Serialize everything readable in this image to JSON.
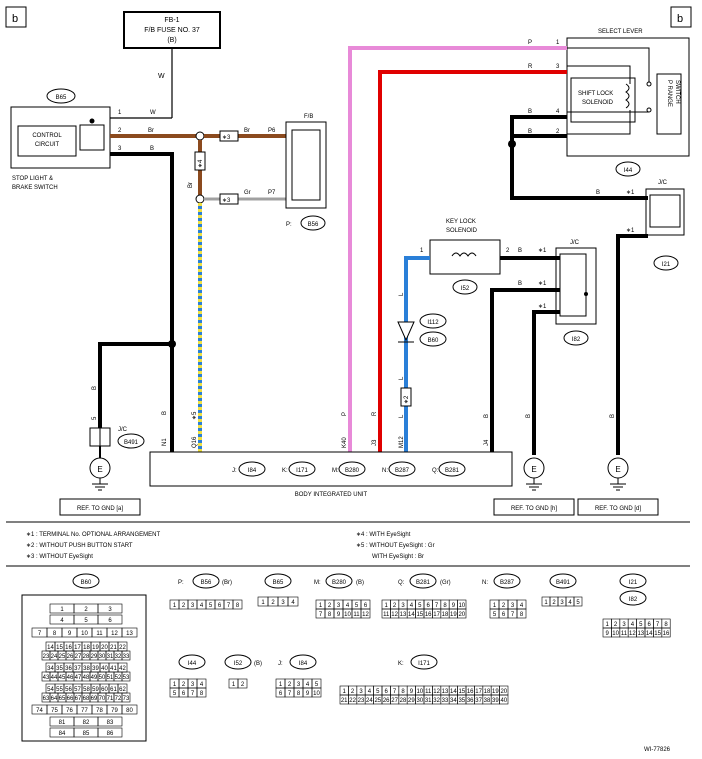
{
  "page_marks": {
    "left": "b",
    "right": "b"
  },
  "fuse": {
    "line1": "FB-1",
    "line2": "F/B FUSE NO. 37",
    "line3": "(B)"
  },
  "stop_switch": {
    "connector": "B65",
    "inner_label_1": "CONTROL",
    "inner_label_2": "CIRCUIT",
    "caption_1": "STOP LIGHT &",
    "caption_2": "BRAKE SWITCH"
  },
  "fb_block": {
    "title": "F/B",
    "connector_prefix": "P:",
    "connector": "B56"
  },
  "select_lever": {
    "title": "SELECT LEVER",
    "solenoid_1": "SHIFT LOCK",
    "solenoid_2": "SOLENOID",
    "prange_1": "P RANGE",
    "prange_2": "SWITCH"
  },
  "key_lock": {
    "line1": "KEY LOCK",
    "line2": "SOLENOID",
    "connector": "I52"
  },
  "jc_labels": {
    "i44": "I44",
    "jc1": "J/C",
    "i21": "I21",
    "jc2": "J/C",
    "i82": "I82",
    "jc3": "J/C",
    "b491": "B491",
    "i112": "I112",
    "b60": "B60"
  },
  "biu": {
    "title": "BODY INTEGRATED UNIT",
    "conns": [
      {
        "p": "J:",
        "c": "I84"
      },
      {
        "p": "K:",
        "c": "I171"
      },
      {
        "p": "M:",
        "c": "B280"
      },
      {
        "p": "N:",
        "c": "B287"
      },
      {
        "p": "Q:",
        "c": "B281"
      }
    ]
  },
  "wires": {
    "w_top": "W",
    "w1": "1",
    "w2": "W",
    "br2": "2",
    "br": "Br",
    "b3": "3",
    "b": "B",
    "star3": "∗3",
    "p6": "P6",
    "p7": "P7",
    "gr": "Gr",
    "star4": "∗4",
    "br_v": "Br",
    "p": "P",
    "r": "R",
    "p1": "1",
    "r3": "3",
    "b4": "4",
    "b2": "2",
    "sb": "B",
    "star1": "∗1",
    "kl1": "1",
    "kl2": "2",
    "l": "L",
    "star2": "∗2",
    "b_v": "B",
    "five": "5",
    "n1": "N1",
    "q16": "Q16",
    "star5": "∗5",
    "k40": "K40",
    "j3": "J3",
    "m12": "M12",
    "j4": "J4"
  },
  "gnd": {
    "e": "E",
    "ref_a": "REF. TO GND [a]",
    "ref_h": "REF. TO GND [h]",
    "ref_d": "REF. TO GND [d]"
  },
  "notes": [
    "∗1  : TERMINAL No. OPTIONAL ARRANGEMENT",
    "∗2  : WITHOUT PUSH BUTTON START",
    "∗3  : WITHOUT EyeSight",
    "∗4  : WITH EyeSight",
    "∗5  : WITHOUT EyeSight : Gr",
    "WITH EyeSight : Br"
  ],
  "connectors": {
    "b60": "B60",
    "b56": "B56",
    "b56_color": "(Br)",
    "b65": "B65",
    "b280": "B280",
    "b280_color": "(B)",
    "b281": "B281",
    "b281_color": "(Gr)",
    "b287": "B287",
    "b491": "B491",
    "i21": "I21",
    "i82": "I82",
    "i44": "I44",
    "i52": "I52",
    "i52_color": "(B)",
    "i84": "I84",
    "i171": "I171",
    "p": "P:",
    "m": "M:",
    "q": "Q:",
    "n": "N:",
    "j": "J:",
    "k": "K:"
  },
  "footer_code": "WI-77826",
  "colors": {
    "brown": "#8b4a1e",
    "pink": "#e88ad8",
    "red": "#e00000",
    "blue": "#2a7fd8",
    "yellow": "#f0e040",
    "gray": "#a0a0a0"
  }
}
